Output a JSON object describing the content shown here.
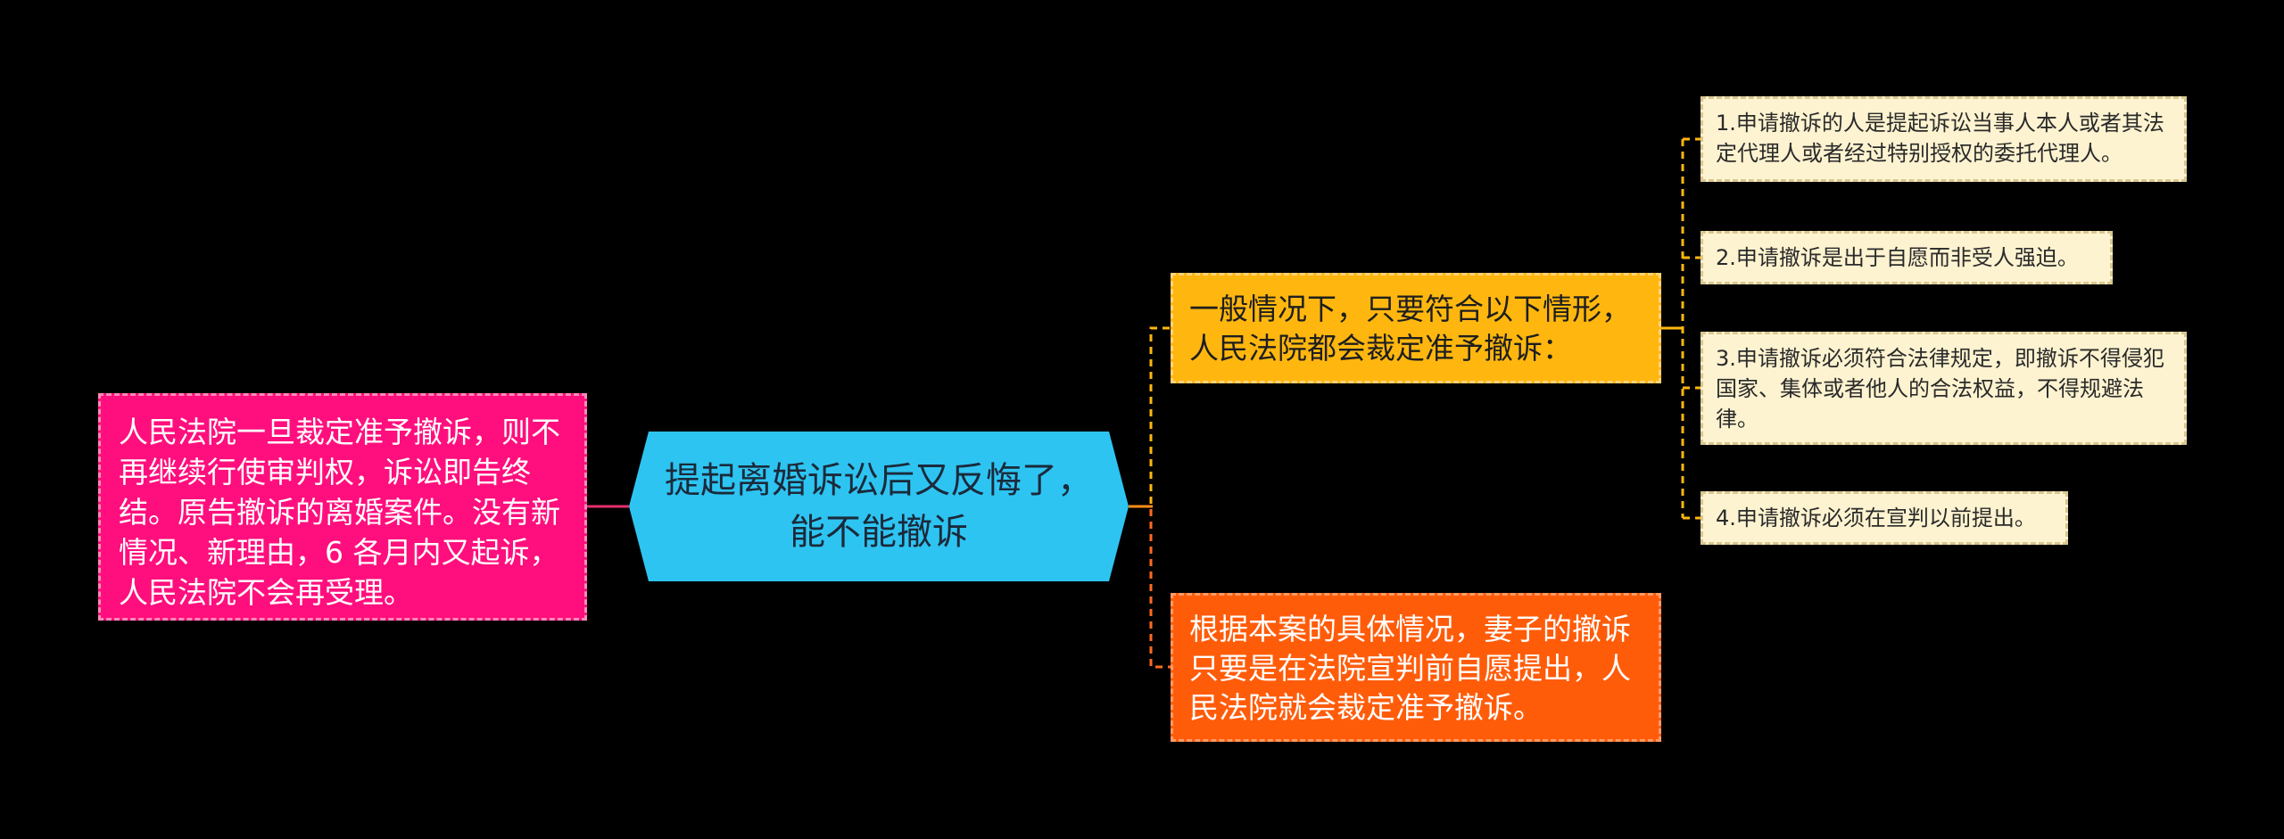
{
  "root": {
    "text": "提起离婚诉讼后又反悔了，能不能撤诉"
  },
  "left": {
    "text": "人民法院一旦裁定准予撤诉，则不再继续行使审判权，诉讼即告终结。原告撤诉的离婚案件。没有新情况、新理由，6 各月内又起诉，人民法院不会再受理。"
  },
  "branches": [
    {
      "text": "一般情况下，只要符合以下情形，人民法院都会裁定准予撤诉：",
      "children": [
        "1.申请撤诉的人是提起诉讼当事人本人或者其法定代理人或者经过特别授权的委托代理人。",
        "2.申请撤诉是出于自愿而非受人强迫。",
        "3.申请撤诉必须符合法律规定，即撤诉不得侵犯国家、集体或者他人的合法权益，不得规避法律。",
        "4.申请撤诉必须在宣判以前提出。"
      ]
    },
    {
      "text": "根据本案的具体情况，妻子的撤诉只要是在法院宣判前自愿提出，人民法院就会裁定准予撤诉。"
    }
  ],
  "colors": {
    "background": "#000000",
    "root": "#2ec4f2",
    "left": "#ff0f7d",
    "branch1": "#ffb70f",
    "branch2": "#ff5c0a",
    "leaf": "#fdf3d0"
  }
}
